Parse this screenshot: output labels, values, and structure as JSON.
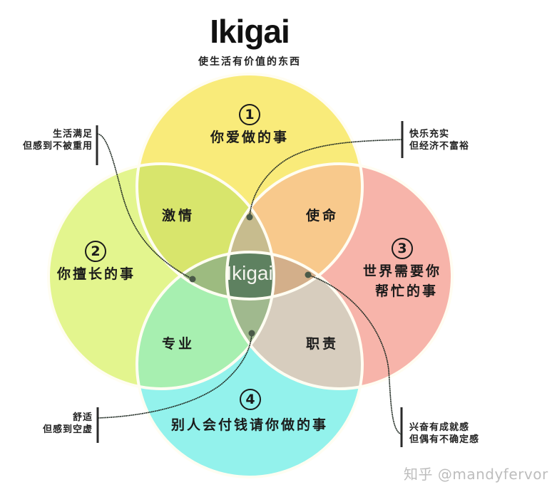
{
  "header": {
    "title": "Ikigai",
    "subtitle": "使生活有价值的东西"
  },
  "colors": {
    "love": "#F9EB7A",
    "good_at": "#E3F58E",
    "world_needs": "#F7B4AA",
    "paid_for": "#93F2EC",
    "passion": "#D8E56C",
    "mission": "#F8C98C",
    "profession": "#A7EFB0",
    "vocation": "#D7CDBE",
    "top_mid": "#C7BC8E",
    "left_mid": "#9DBB80",
    "right_mid": "#D3AF8A",
    "bottom_mid": "#A0B98E",
    "center": "#5E8160",
    "stroke": "#FFFDF2"
  },
  "circles": [
    {
      "id": "love",
      "number": "1",
      "label_lines": [
        "你爱做的事"
      ]
    },
    {
      "id": "good_at",
      "number": "2",
      "label_lines": [
        "你擅长的事"
      ]
    },
    {
      "id": "world_needs",
      "number": "3",
      "label_lines": [
        "世界需要你",
        "帮忙的事"
      ]
    },
    {
      "id": "paid_for",
      "number": "4",
      "label_lines": [
        "别人会付钱请你做的事"
      ]
    }
  ],
  "overlaps": {
    "passion": "激情",
    "mission": "使命",
    "profession": "专业",
    "vocation": "职责",
    "center": "Ikigai"
  },
  "annotations": [
    {
      "position": "top-left",
      "lines": [
        "生活满足",
        "但感到不被重用"
      ]
    },
    {
      "position": "top-right",
      "lines": [
        "快乐充实",
        "但经济不富裕"
      ]
    },
    {
      "position": "bottom-left",
      "lines": [
        "舒适",
        "但感到空虚"
      ]
    },
    {
      "position": "bottom-right",
      "lines": [
        "兴奋有成就感",
        "但偶有不确定感"
      ]
    }
  ],
  "watermark": "知乎 @mandyfervor"
}
